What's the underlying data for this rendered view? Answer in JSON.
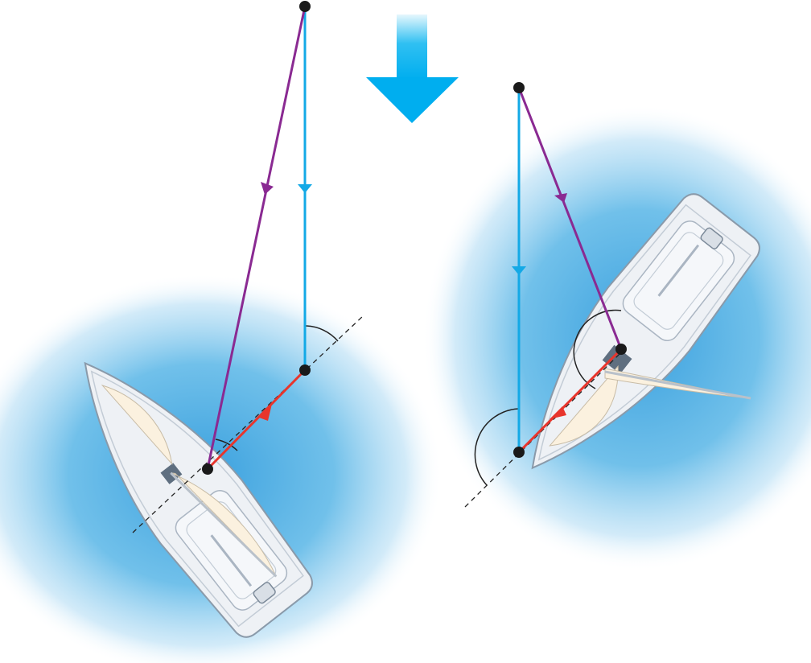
{
  "diagram": {
    "kind": "sailing-vector-diagram",
    "wind_indicator": {
      "icon": "wind-direction-arrow-icon",
      "direction": "down"
    },
    "scenes": [
      {
        "id": "left",
        "boat_heading": "up-right",
        "vectors": [
          "true-wind",
          "apparent-wind",
          "boat-velocity"
        ]
      },
      {
        "id": "right",
        "boat_heading": "down-left",
        "vectors": [
          "true-wind",
          "apparent-wind",
          "boat-velocity"
        ]
      }
    ],
    "colors": {
      "true_wind": "#13a9e6",
      "apparent_wind": "#8a2a92",
      "boat_velocity": "#e8352c",
      "water": "#5fb6e6",
      "wind_arrow": "#10b4ef",
      "sail": "#fbf1df",
      "hull": "#eef1f5",
      "points": "#1a1a1a"
    }
  }
}
